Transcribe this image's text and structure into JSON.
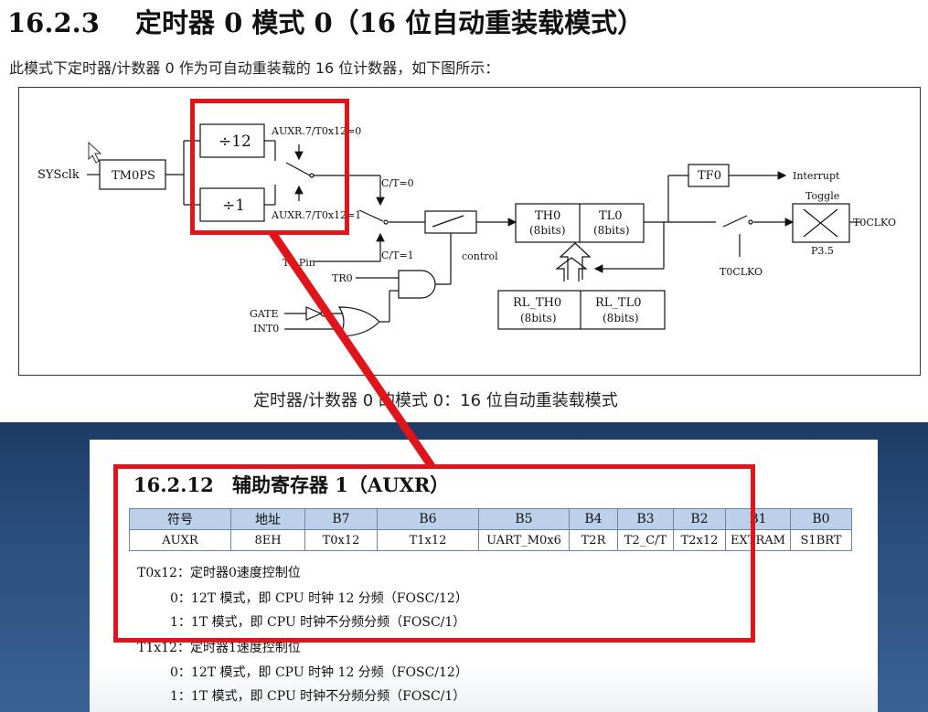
{
  "heading": {
    "number": "16.2.3",
    "title": "定时器 0 模式 0（16 位自动重装载模式）"
  },
  "intro": "此模式下定时器/计数器 0 作为可自动重装载的 16 位计数器，如下图所示：",
  "diagram": {
    "sysclk": "SYSclk",
    "tm0ps": "TM0PS",
    "div12": "÷12",
    "div1": "÷1",
    "auxr0": "AUXR.7/T0x12=0",
    "auxr1": "AUXR.7/T0x12=1",
    "ct0": "C/T=0",
    "ct1": "C/T=1",
    "t0pin": "T0 Pin",
    "control": "control",
    "tr0": "TR0",
    "gate": "GATE",
    "int0": "INT0",
    "th0": "TH0",
    "tl0": "TL0",
    "bits8": "(8bits)",
    "rl_th0": "RL_TH0",
    "rl_tl0": "RL_TL0",
    "tf0": "TF0",
    "interrupt": "Interrupt",
    "toggle": "Toggle",
    "t0clko": "T0CLKO",
    "p35": "P3.5"
  },
  "caption": "定时器/计数器 0 的模式 0：16 位自动重装载模式",
  "doc": {
    "number": "16.2.12",
    "title": "辅助寄存器 1（AUXR）",
    "table": {
      "headers": [
        "符号",
        "地址",
        "B7",
        "B6",
        "B5",
        "B4",
        "B3",
        "B2",
        "B1",
        "B0"
      ],
      "row": [
        "AUXR",
        "8EH",
        "T0x12",
        "T1x12",
        "UART_M0x6",
        "T2R",
        "T2_C/T",
        "T2x12",
        "EXTRAM",
        "S1BRT"
      ]
    },
    "t0x12_label": "T0x12：定时器0速度控制位",
    "t0x12_0": "0：12T 模式，即 CPU 时钟 12 分频（FOSC/12）",
    "t0x12_1": "1：1T 模式，即 CPU 时钟不分频分频（FOSC/1）",
    "t1x12_label": "T1x12：定时器1速度控制位",
    "t1x12_0": "0：12T 模式，即 CPU 时钟 12 分频（FOSC/12）",
    "t1x12_1": "1：1T 模式，即 CPU 时钟不分频分频（FOSC/1）"
  },
  "colors": {
    "highlight": "#e0151c",
    "table_header": "#bcd0ea",
    "backdrop": "#2a4f80"
  }
}
